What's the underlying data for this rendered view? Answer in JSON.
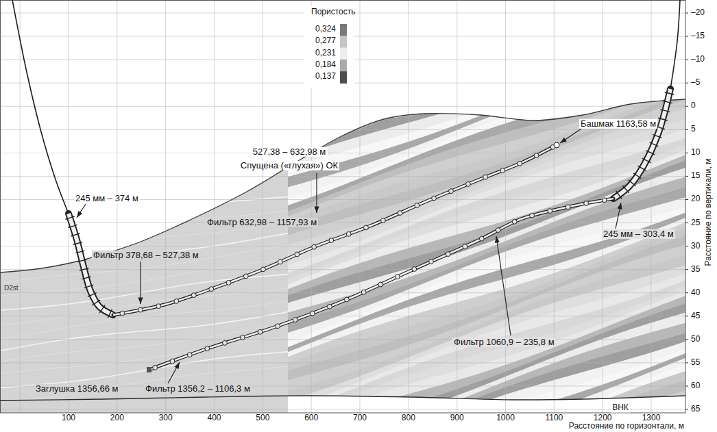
{
  "diagram": {
    "labels": [
      "Пористость",
      "527,38 – 632,98 м",
      "Спущена («глухая») ОК",
      "Башмак 1163,58 м",
      "245 мм – 374 м",
      "Фильтр 378,68 – 527,38 м",
      "Фильтр 632,98 – 1157,93 м",
      "245 мм – 303,4 м",
      "D2st",
      "Фильтр 1060,9 – 235,8 м",
      "Заглушка 1356,66 м",
      "Фильтр 1356,2 – 1106,3 м",
      "ВНК",
      "–20",
      "–15",
      "–10",
      "–5",
      "0",
      "5",
      "10",
      "15",
      "20",
      "25",
      "30",
      "35",
      "40",
      "45",
      "50",
      "55",
      "60",
      "65",
      "100",
      "200",
      "300",
      "400",
      "500",
      "600",
      "700",
      "800",
      "900",
      "1000",
      "1100",
      "1200",
      "1300",
      "Расстояние по вертикали, м",
      "Расстояние по горизонтали, м"
    ],
    "legend": [
      {
        "text": "0,324",
        "color": "#7a7a7a"
      },
      {
        "text": "0,277",
        "color": "#c6c6c6"
      },
      {
        "text": "0,231",
        "color": "#ededed"
      },
      {
        "text": "0,184",
        "color": "#ababab"
      },
      {
        "text": "0,137",
        "color": "#4e4e4e"
      }
    ]
  }
}
